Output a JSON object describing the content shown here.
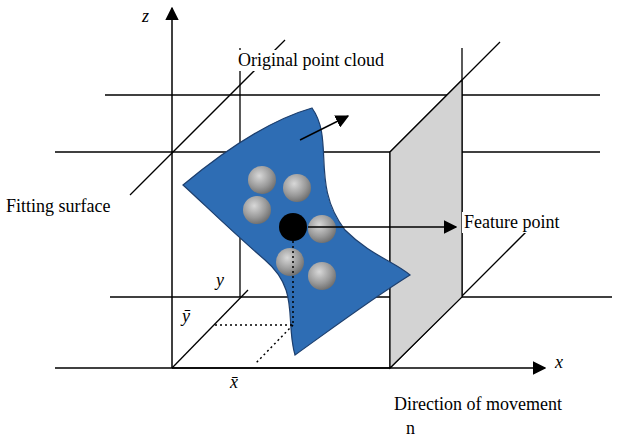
{
  "diagram": {
    "labels": [
      "z",
      "Original point cloud",
      "Fitting surface",
      "Feature point",
      "y",
      "ȳ",
      "x̄",
      "x",
      "Direction of movement",
      "n"
    ]
  }
}
